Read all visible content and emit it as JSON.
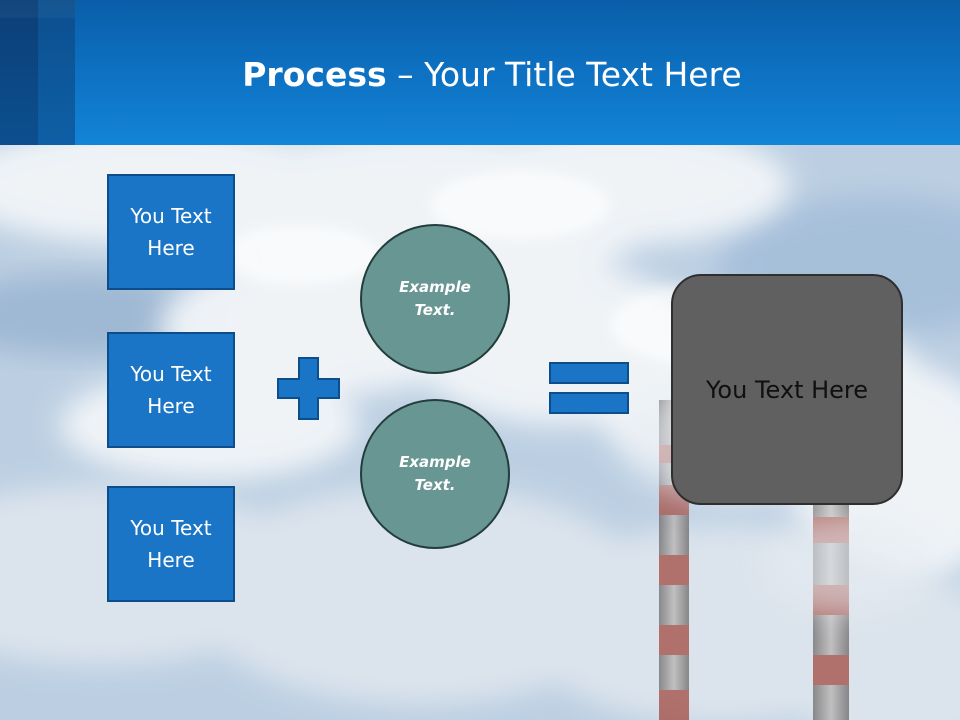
{
  "header": {
    "title_bold": "Process",
    "title_rest": " – Your Title Text Here",
    "bg_color": "#0d6fc0"
  },
  "left_boxes": [
    {
      "label": "You Text Here"
    },
    {
      "label": "You Text Here"
    },
    {
      "label": "You Text Here"
    }
  ],
  "operators": {
    "plus_icon": "plus-icon",
    "equals_icon": "equals-icon",
    "color": "#1a75c7"
  },
  "circles": [
    {
      "label": "Example Text."
    },
    {
      "label": "Example Text."
    }
  ],
  "result": {
    "label": "You Text Here",
    "color": "#606060"
  },
  "colors": {
    "box_fill": "#1a75c7",
    "circle_fill": "#689693"
  }
}
